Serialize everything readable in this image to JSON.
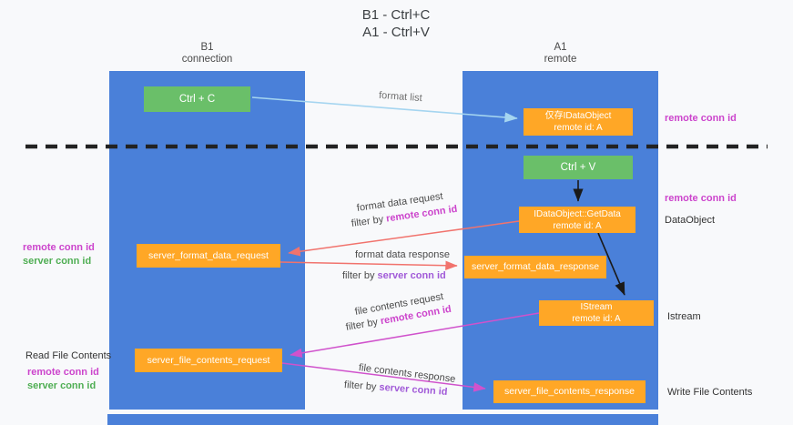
{
  "title": {
    "line1": "B1 - Ctrl+C",
    "line2": "A1 - Ctrl+V"
  },
  "lanes": {
    "left": {
      "title": "B1",
      "subtitle": "connection"
    },
    "right": {
      "title": "A1",
      "subtitle": "remote"
    }
  },
  "nodes": {
    "ctrl_c": {
      "label": "Ctrl + C"
    },
    "ctrl_v": {
      "label": "Ctrl + V"
    },
    "idataobject_cache": {
      "line1": "仅存IDataObject",
      "line2": "remote id: A"
    },
    "getdata": {
      "line1": "IDataObject::GetData",
      "line2": "remote id: A"
    },
    "istream": {
      "line1": "IStream",
      "line2": "remote id: A"
    },
    "format_request": {
      "label": "server_format_data_request"
    },
    "format_response": {
      "label": "server_format_data_response"
    },
    "file_request": {
      "label": "server_file_contents_request"
    },
    "file_response": {
      "label": "server_file_contents_response"
    }
  },
  "edge_labels": {
    "format_list": "format list",
    "format_data_request": "format data request",
    "format_data_response": "format data response",
    "file_contents_request": "file contents request",
    "file_contents_response": "file contents response",
    "filter_by": "filter by"
  },
  "terms": {
    "remote_conn_id": "remote conn id",
    "server_conn_id": "server conn id"
  },
  "side_labels": {
    "read_file_contents": "Read File Contents",
    "write_file_contents": "Write File Contents",
    "dataobject": "DataObject",
    "istream": "Istream"
  },
  "colors": {
    "lane_blue": "#4a80d9",
    "node_orange": "#ffa726",
    "node_green": "#6abf69",
    "arrow_salmon": "#f1736d",
    "arrow_magenta": "#d052cc",
    "arrow_light_blue": "#a5d5f0",
    "arrow_black": "#1a1a1a",
    "text_magenta": "#cc44cc",
    "text_green": "#4fae53",
    "text_violet": "#a15ad8"
  }
}
